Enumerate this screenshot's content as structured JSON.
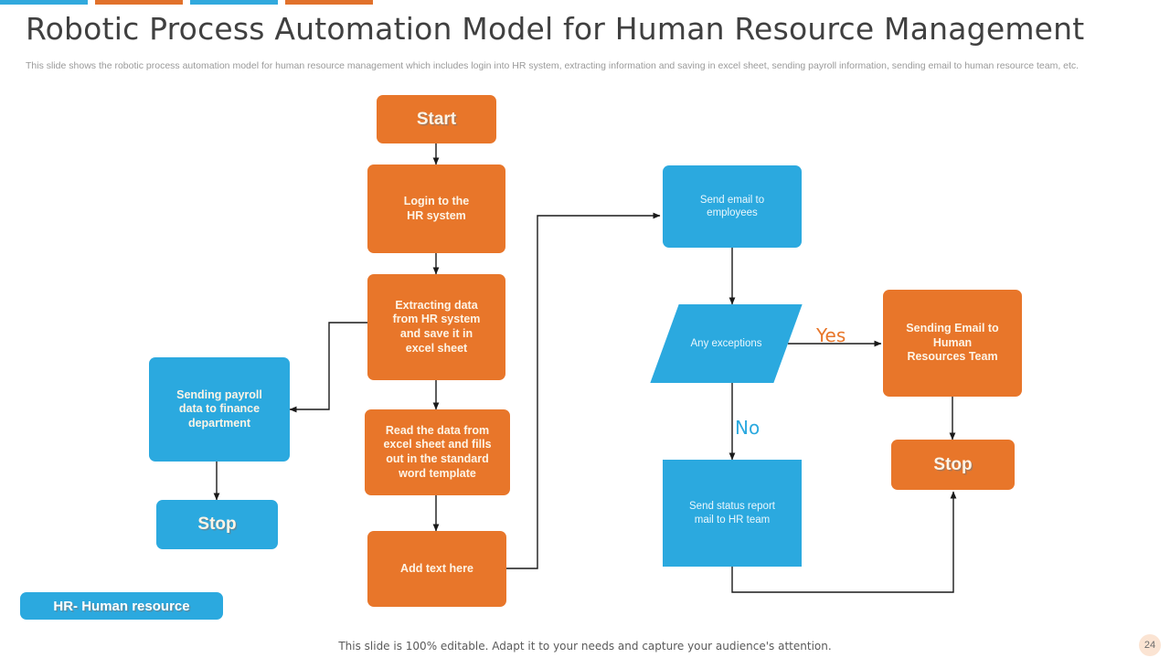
{
  "header": {
    "title": "Robotic Process Automation Model for Human Resource Management",
    "subtitle": "This slide shows the robotic process automation model for human resource management which includes login into HR system, extracting information and saving in excel sheet, sending payroll information, sending email to human resource team, etc."
  },
  "colors": {
    "orange": "#E8762A",
    "blue": "#2BA9DF",
    "title_gray": "#404040",
    "subtitle_gray": "#9A9A9A"
  },
  "topbars": [
    "blue",
    "orange",
    "blue",
    "orange"
  ],
  "nodes": {
    "start": "Start",
    "login": "Login to the\nHR system",
    "extracting": "Extracting data\nfrom HR system\nand save it in\nexcel sheet",
    "read_data": "Read the data from\nexcel sheet and fills\nout in the standard\nword template",
    "add_text": "Add text here",
    "payroll": "Sending payroll\ndata to finance\ndepartment",
    "stop_left": "Stop",
    "send_email_employees": "Send email to\nemployees",
    "any_exceptions": "Any exceptions",
    "send_status_report": "Send status report\nmail to HR team",
    "sending_email_hr": "Sending Email to\nHuman\nResources Team",
    "stop_right": "Stop"
  },
  "edge_labels": {
    "yes": "Yes",
    "no": "No"
  },
  "legend": {
    "text": "HR- Human resource"
  },
  "footer": {
    "note": "This slide is 100% editable. Adapt it to your needs and capture your audience's attention.",
    "page_number": "24"
  }
}
